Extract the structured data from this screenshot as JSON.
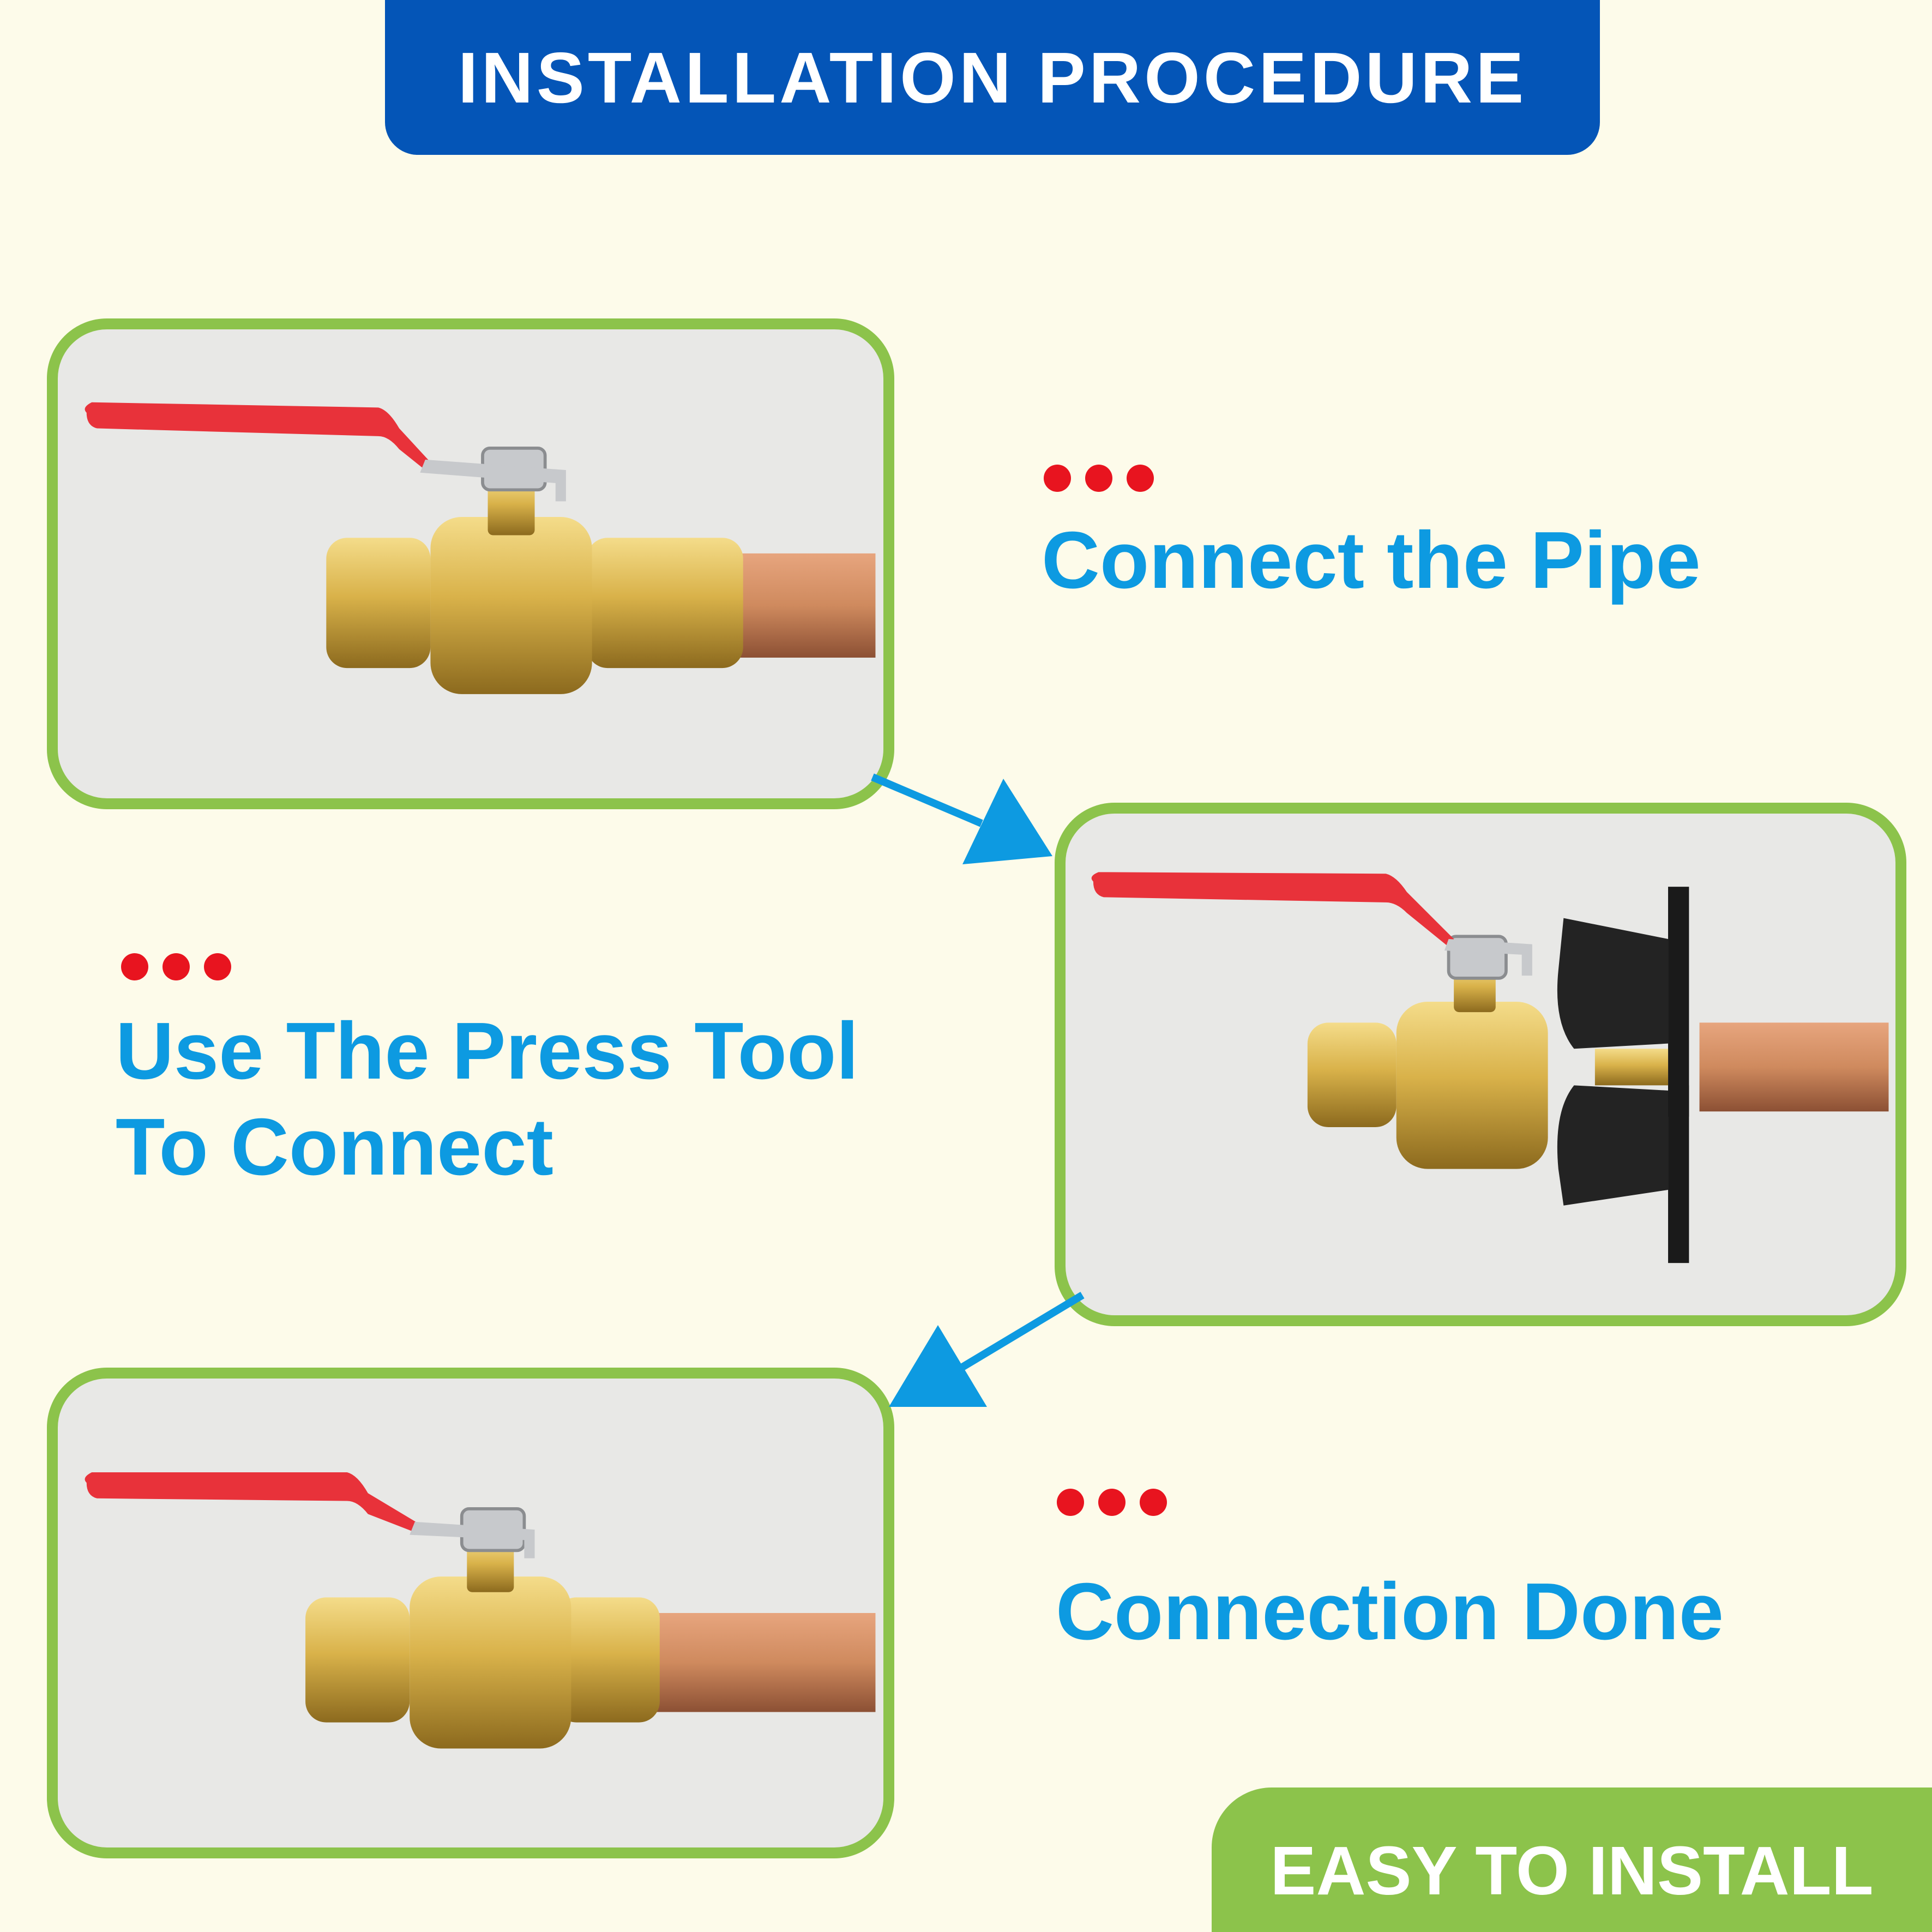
{
  "header": {
    "title": "INSTALLATION PROCEDURE"
  },
  "steps": [
    {
      "label": "Connect the Pipe"
    },
    {
      "label_line1": "Use The Press Tool",
      "label_line2": "To Connect"
    },
    {
      "label": "Connection Done"
    }
  ],
  "badge": {
    "label": "EASY TO INSTALL"
  },
  "icons": {
    "bullet": "three-red-dots-icon",
    "step_arrow": "blue-arrow-icon",
    "valve": "brass-ball-valve-icon",
    "press_tool": "press-tool-jaw-icon"
  },
  "colors": {
    "background": "#fdfbea",
    "title_banner": "#0455b7",
    "frame_border": "#8cc34b",
    "step_text": "#0d9ae1",
    "bullet_dots": "#e8141f",
    "arrow": "#0d9ae1",
    "badge": "#8cc34b",
    "valve_handle": "#e8323a",
    "brass": "#d9b24a",
    "copper_pipe": "#cf8a5e"
  }
}
